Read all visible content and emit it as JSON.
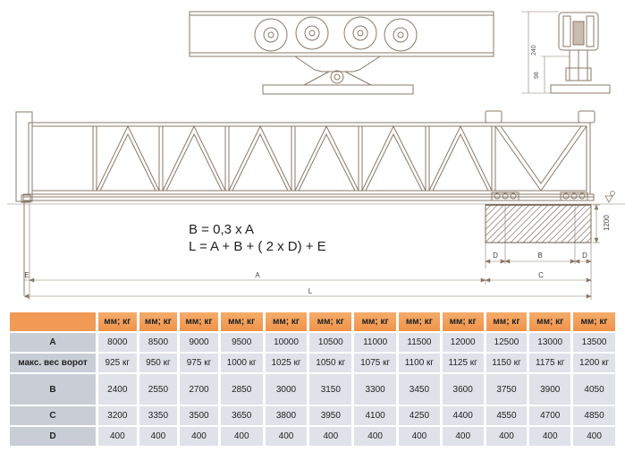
{
  "formulas": {
    "line1": "B = 0,3 x A",
    "line2": "L = A + B + ( 2 x D) + E"
  },
  "dimension_labels": {
    "E": "E",
    "A": "A",
    "L": "L",
    "D_left": "D",
    "B": "B",
    "D_right": "D",
    "C": "C",
    "height_1200": "1200",
    "height_240": "240",
    "height_98": "98"
  },
  "table": {
    "unit_header": "мм; кг",
    "column_count": 12,
    "rows": [
      {
        "label": "A",
        "values": [
          "8000",
          "8500",
          "9000",
          "9500",
          "10000",
          "10500",
          "11000",
          "11500",
          "12000",
          "12500",
          "13000",
          "13500"
        ]
      },
      {
        "label": "макс. вес ворот",
        "values": [
          "925 кг",
          "950 кг",
          "975 кг",
          "1000 кг",
          "1025 кг",
          "1050 кг",
          "1075 кг",
          "1100 кг",
          "1125 кг",
          "1150 кг",
          "1175 кг",
          "1200 кг"
        ]
      },
      {
        "label": "B",
        "values": [
          "2400",
          "2550",
          "2700",
          "2850",
          "3000",
          "3150",
          "3300",
          "3450",
          "3600",
          "3750",
          "3900",
          "4050"
        ]
      },
      {
        "label": "C",
        "values": [
          "3200",
          "3350",
          "3500",
          "3650",
          "3800",
          "3950",
          "4100",
          "4250",
          "4400",
          "4550",
          "4700",
          "4850"
        ]
      },
      {
        "label": "D",
        "values": [
          "400",
          "400",
          "400",
          "400",
          "400",
          "400",
          "400",
          "400",
          "400",
          "400",
          "400",
          "400"
        ]
      }
    ]
  },
  "colors": {
    "line": "#8a7a6a",
    "header_orange": "#f0934a",
    "row_head": "#c9ced6",
    "cell": "#dfe2e8"
  }
}
